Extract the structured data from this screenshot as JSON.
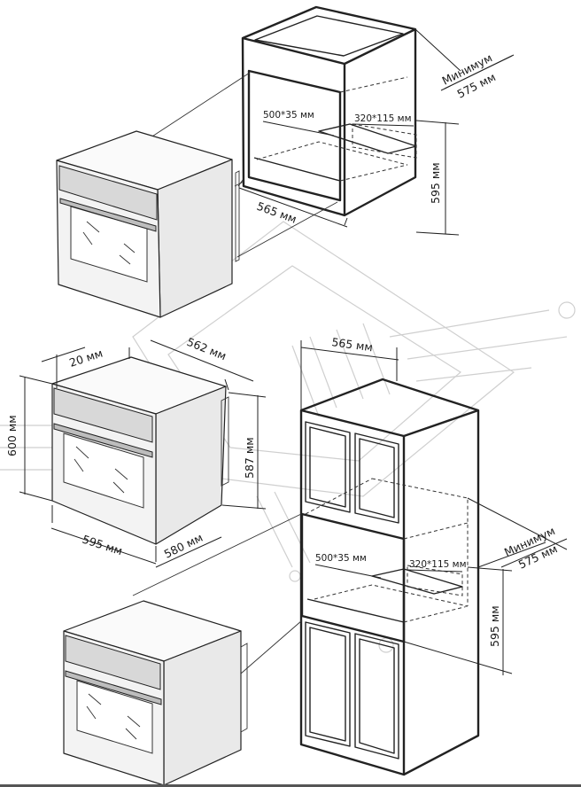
{
  "labels": {
    "min_575_top": [
      "Минимум",
      "575 мм"
    ],
    "d500_top": "500*35 мм",
    "d320_top": "320*115 мм",
    "h595_top": "595 мм",
    "w565_top": "565 мм",
    "d20": "20 мм",
    "d562": "562 мм",
    "h600": "600 мм",
    "h587": "587 мм",
    "w595": "595 мм",
    "d580": "580 мм",
    "w565_col": "565 мм",
    "min_575_col": [
      "Минимум",
      "575 мм"
    ],
    "d500_col": "500*35 мм",
    "d320_col": "320*115 мм",
    "h595_col": "595 мм"
  },
  "colors": {
    "line": "#222222",
    "watermark": "#cfcfcf",
    "panel": "#d8d8d8"
  }
}
